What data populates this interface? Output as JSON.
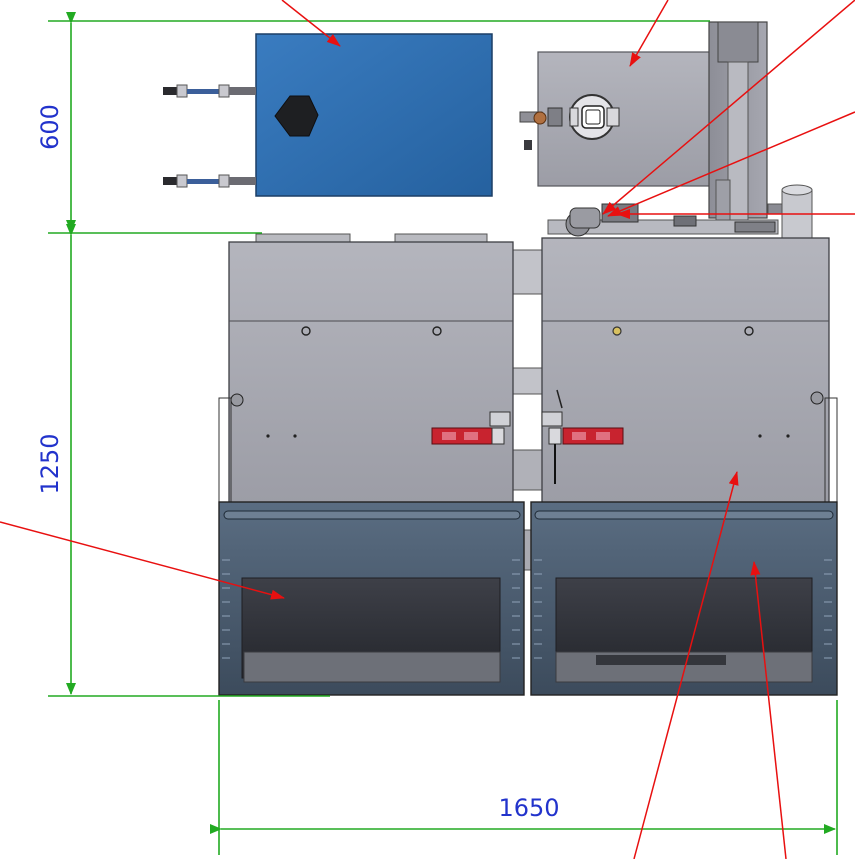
{
  "dimensions": {
    "height_top": "600",
    "height_bottom": "1250",
    "width": "1650"
  },
  "colors": {
    "dimension_line": "#22aa22",
    "dimension_text": "#2233cc",
    "leader_line": "#e81010",
    "tank_blue": "#2f6fb0",
    "machine_gray": "#a9aab2",
    "bin_slate": "#4f6276",
    "indicator_red": "#c8232f"
  }
}
